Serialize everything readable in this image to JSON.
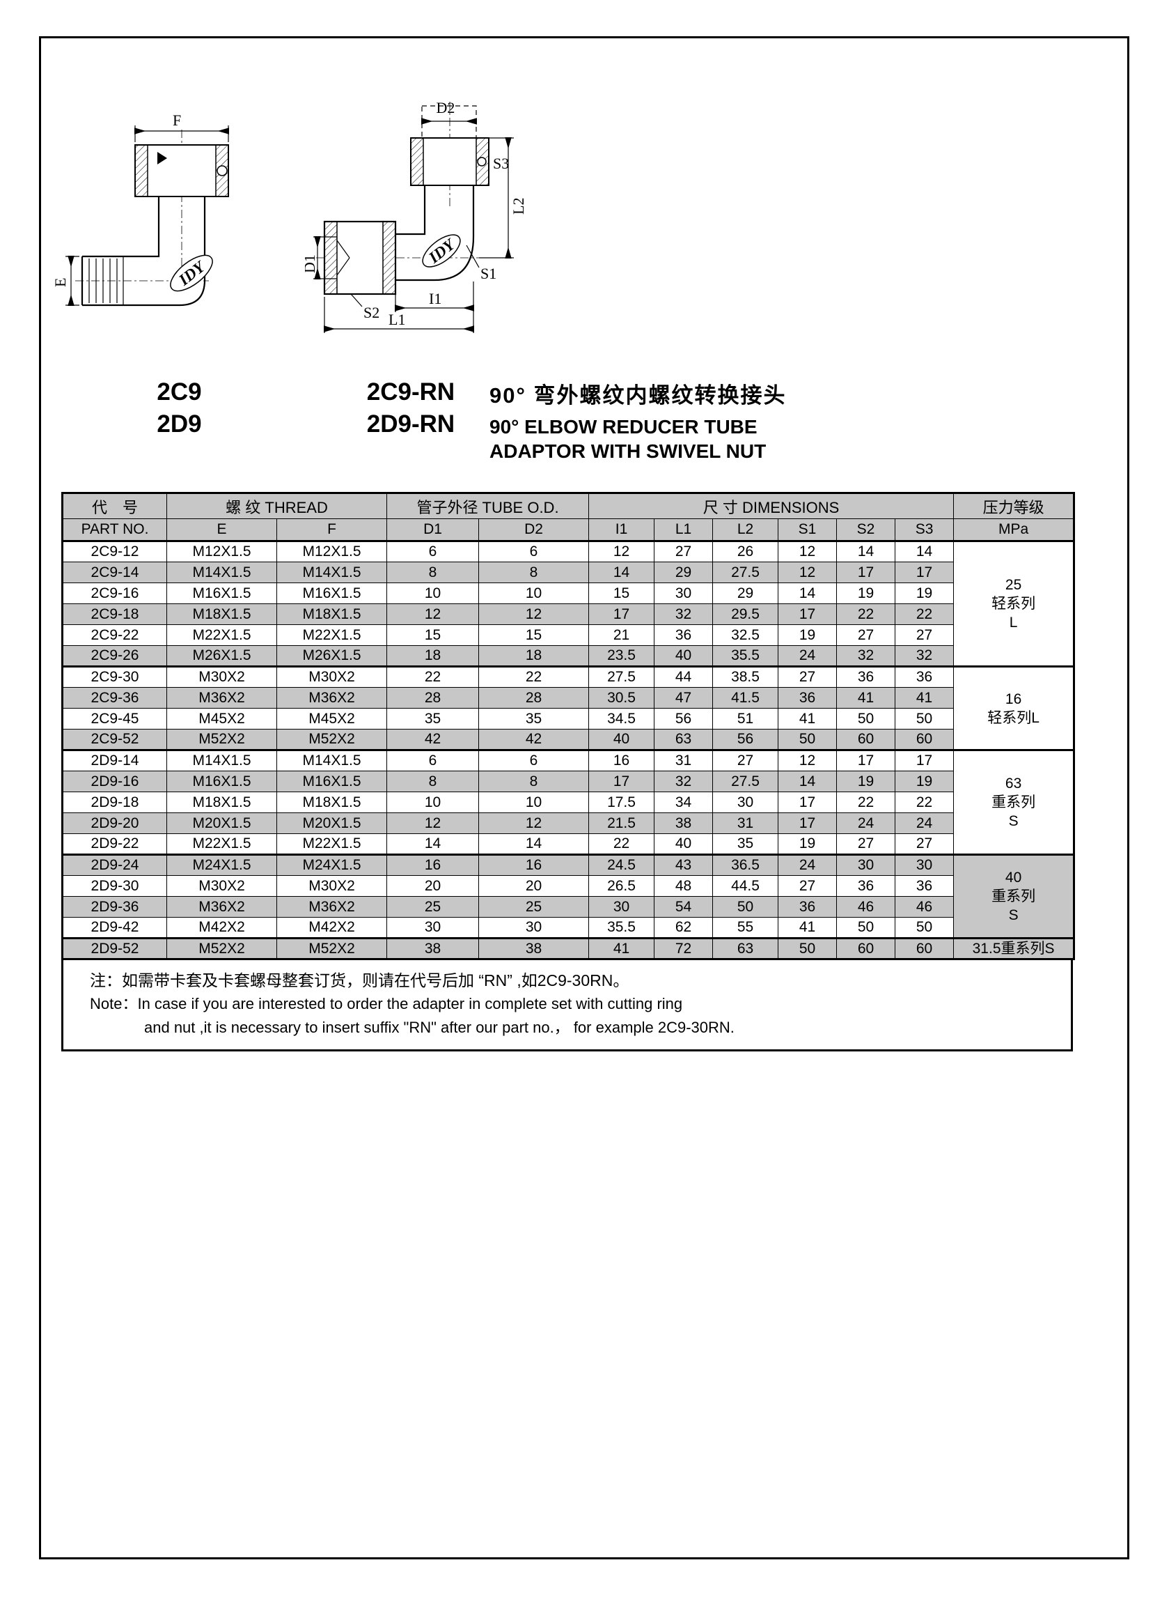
{
  "titles": {
    "codes_left": [
      "2C9",
      "2D9"
    ],
    "codes_right": [
      "2C9-RN",
      "2D9-RN"
    ],
    "title_cn": "90° 弯外螺纹内螺纹转换接头",
    "title_en_line1": "90° ELBOW REDUCER TUBE",
    "title_en_line2": "ADAPTOR WITH SWIVEL NUT"
  },
  "figure_left": {
    "labels": {
      "F": "F",
      "E": "E"
    },
    "logo": "IDY"
  },
  "figure_right": {
    "labels": {
      "D2": "D2",
      "S3": "S3",
      "L2": "L2",
      "D1": "D1",
      "S2": "S2",
      "S1": "S1",
      "I1": "I1",
      "L1": "L1"
    },
    "logo": "IDY"
  },
  "table": {
    "header_row1": [
      {
        "label": "代　号",
        "colspan": 1
      },
      {
        "label": "螺 纹  THREAD",
        "colspan": 2
      },
      {
        "label": "管子外径 TUBE O.D.",
        "colspan": 2
      },
      {
        "label": "尺 寸   DIMENSIONS",
        "colspan": 6
      },
      {
        "label": "压力等级",
        "colspan": 1
      }
    ],
    "header_row2": [
      "PART NO.",
      "E",
      "F",
      "D1",
      "D2",
      "I1",
      "L1",
      "L2",
      "S1",
      "S2",
      "S3",
      "MPa"
    ],
    "rows": [
      [
        "2C9-12",
        "M12X1.5",
        "M12X1.5",
        "6",
        "6",
        "12",
        "27",
        "26",
        "12",
        "14",
        "14"
      ],
      [
        "2C9-14",
        "M14X1.5",
        "M14X1.5",
        "8",
        "8",
        "14",
        "29",
        "27.5",
        "12",
        "17",
        "17"
      ],
      [
        "2C9-16",
        "M16X1.5",
        "M16X1.5",
        "10",
        "10",
        "15",
        "30",
        "29",
        "14",
        "19",
        "19"
      ],
      [
        "2C9-18",
        "M18X1.5",
        "M18X1.5",
        "12",
        "12",
        "17",
        "32",
        "29.5",
        "17",
        "22",
        "22"
      ],
      [
        "2C9-22",
        "M22X1.5",
        "M22X1.5",
        "15",
        "15",
        "21",
        "36",
        "32.5",
        "19",
        "27",
        "27"
      ],
      [
        "2C9-26",
        "M26X1.5",
        "M26X1.5",
        "18",
        "18",
        "23.5",
        "40",
        "35.5",
        "24",
        "32",
        "32"
      ],
      [
        "2C9-30",
        "M30X2",
        "M30X2",
        "22",
        "22",
        "27.5",
        "44",
        "38.5",
        "27",
        "36",
        "36"
      ],
      [
        "2C9-36",
        "M36X2",
        "M36X2",
        "28",
        "28",
        "30.5",
        "47",
        "41.5",
        "36",
        "41",
        "41"
      ],
      [
        "2C9-45",
        "M45X2",
        "M45X2",
        "35",
        "35",
        "34.5",
        "56",
        "51",
        "41",
        "50",
        "50"
      ],
      [
        "2C9-52",
        "M52X2",
        "M52X2",
        "42",
        "42",
        "40",
        "63",
        "56",
        "50",
        "60",
        "60"
      ],
      [
        "2D9-14",
        "M14X1.5",
        "M14X1.5",
        "6",
        "6",
        "16",
        "31",
        "27",
        "12",
        "17",
        "17"
      ],
      [
        "2D9-16",
        "M16X1.5",
        "M16X1.5",
        "8",
        "8",
        "17",
        "32",
        "27.5",
        "14",
        "19",
        "19"
      ],
      [
        "2D9-18",
        "M18X1.5",
        "M18X1.5",
        "10",
        "10",
        "17.5",
        "34",
        "30",
        "17",
        "22",
        "22"
      ],
      [
        "2D9-20",
        "M20X1.5",
        "M20X1.5",
        "12",
        "12",
        "21.5",
        "38",
        "31",
        "17",
        "24",
        "24"
      ],
      [
        "2D9-22",
        "M22X1.5",
        "M22X1.5",
        "14",
        "14",
        "22",
        "40",
        "35",
        "19",
        "27",
        "27"
      ],
      [
        "2D9-24",
        "M24X1.5",
        "M24X1.5",
        "16",
        "16",
        "24.5",
        "43",
        "36.5",
        "24",
        "30",
        "30"
      ],
      [
        "2D9-30",
        "M30X2",
        "M30X2",
        "20",
        "20",
        "26.5",
        "48",
        "44.5",
        "27",
        "36",
        "36"
      ],
      [
        "2D9-36",
        "M36X2",
        "M36X2",
        "25",
        "25",
        "30",
        "54",
        "50",
        "36",
        "46",
        "46"
      ],
      [
        "2D9-42",
        "M42X2",
        "M42X2",
        "30",
        "30",
        "35.5",
        "62",
        "55",
        "41",
        "50",
        "50"
      ],
      [
        "2D9-52",
        "M52X2",
        "M52X2",
        "38",
        "38",
        "41",
        "72",
        "63",
        "50",
        "60",
        "60"
      ]
    ],
    "pressure_groups": [
      {
        "start": 0,
        "span": 6,
        "lines": [
          "25",
          "轻系列",
          "L"
        ]
      },
      {
        "start": 6,
        "span": 4,
        "lines": [
          "16",
          "轻系列L"
        ]
      },
      {
        "start": 10,
        "span": 5,
        "lines": [
          "63",
          "重系列",
          "S"
        ]
      },
      {
        "start": 15,
        "span": 4,
        "lines": [
          "40",
          "重系列",
          "S"
        ]
      },
      {
        "start": 19,
        "span": 1,
        "lines": [
          "31.5重系列S"
        ]
      }
    ]
  },
  "note": {
    "line1": "注：如需带卡套及卡套螺母整套订货，则请在代号后加 “RN” ,如2C9-30RN。",
    "line2": "Note：In case if you are interested to order the adapter in complete set with cutting ring",
    "line3": "and nut ,it is necessary to insert suffix \"RN\" after our part no.，  for example 2C9-30RN."
  }
}
